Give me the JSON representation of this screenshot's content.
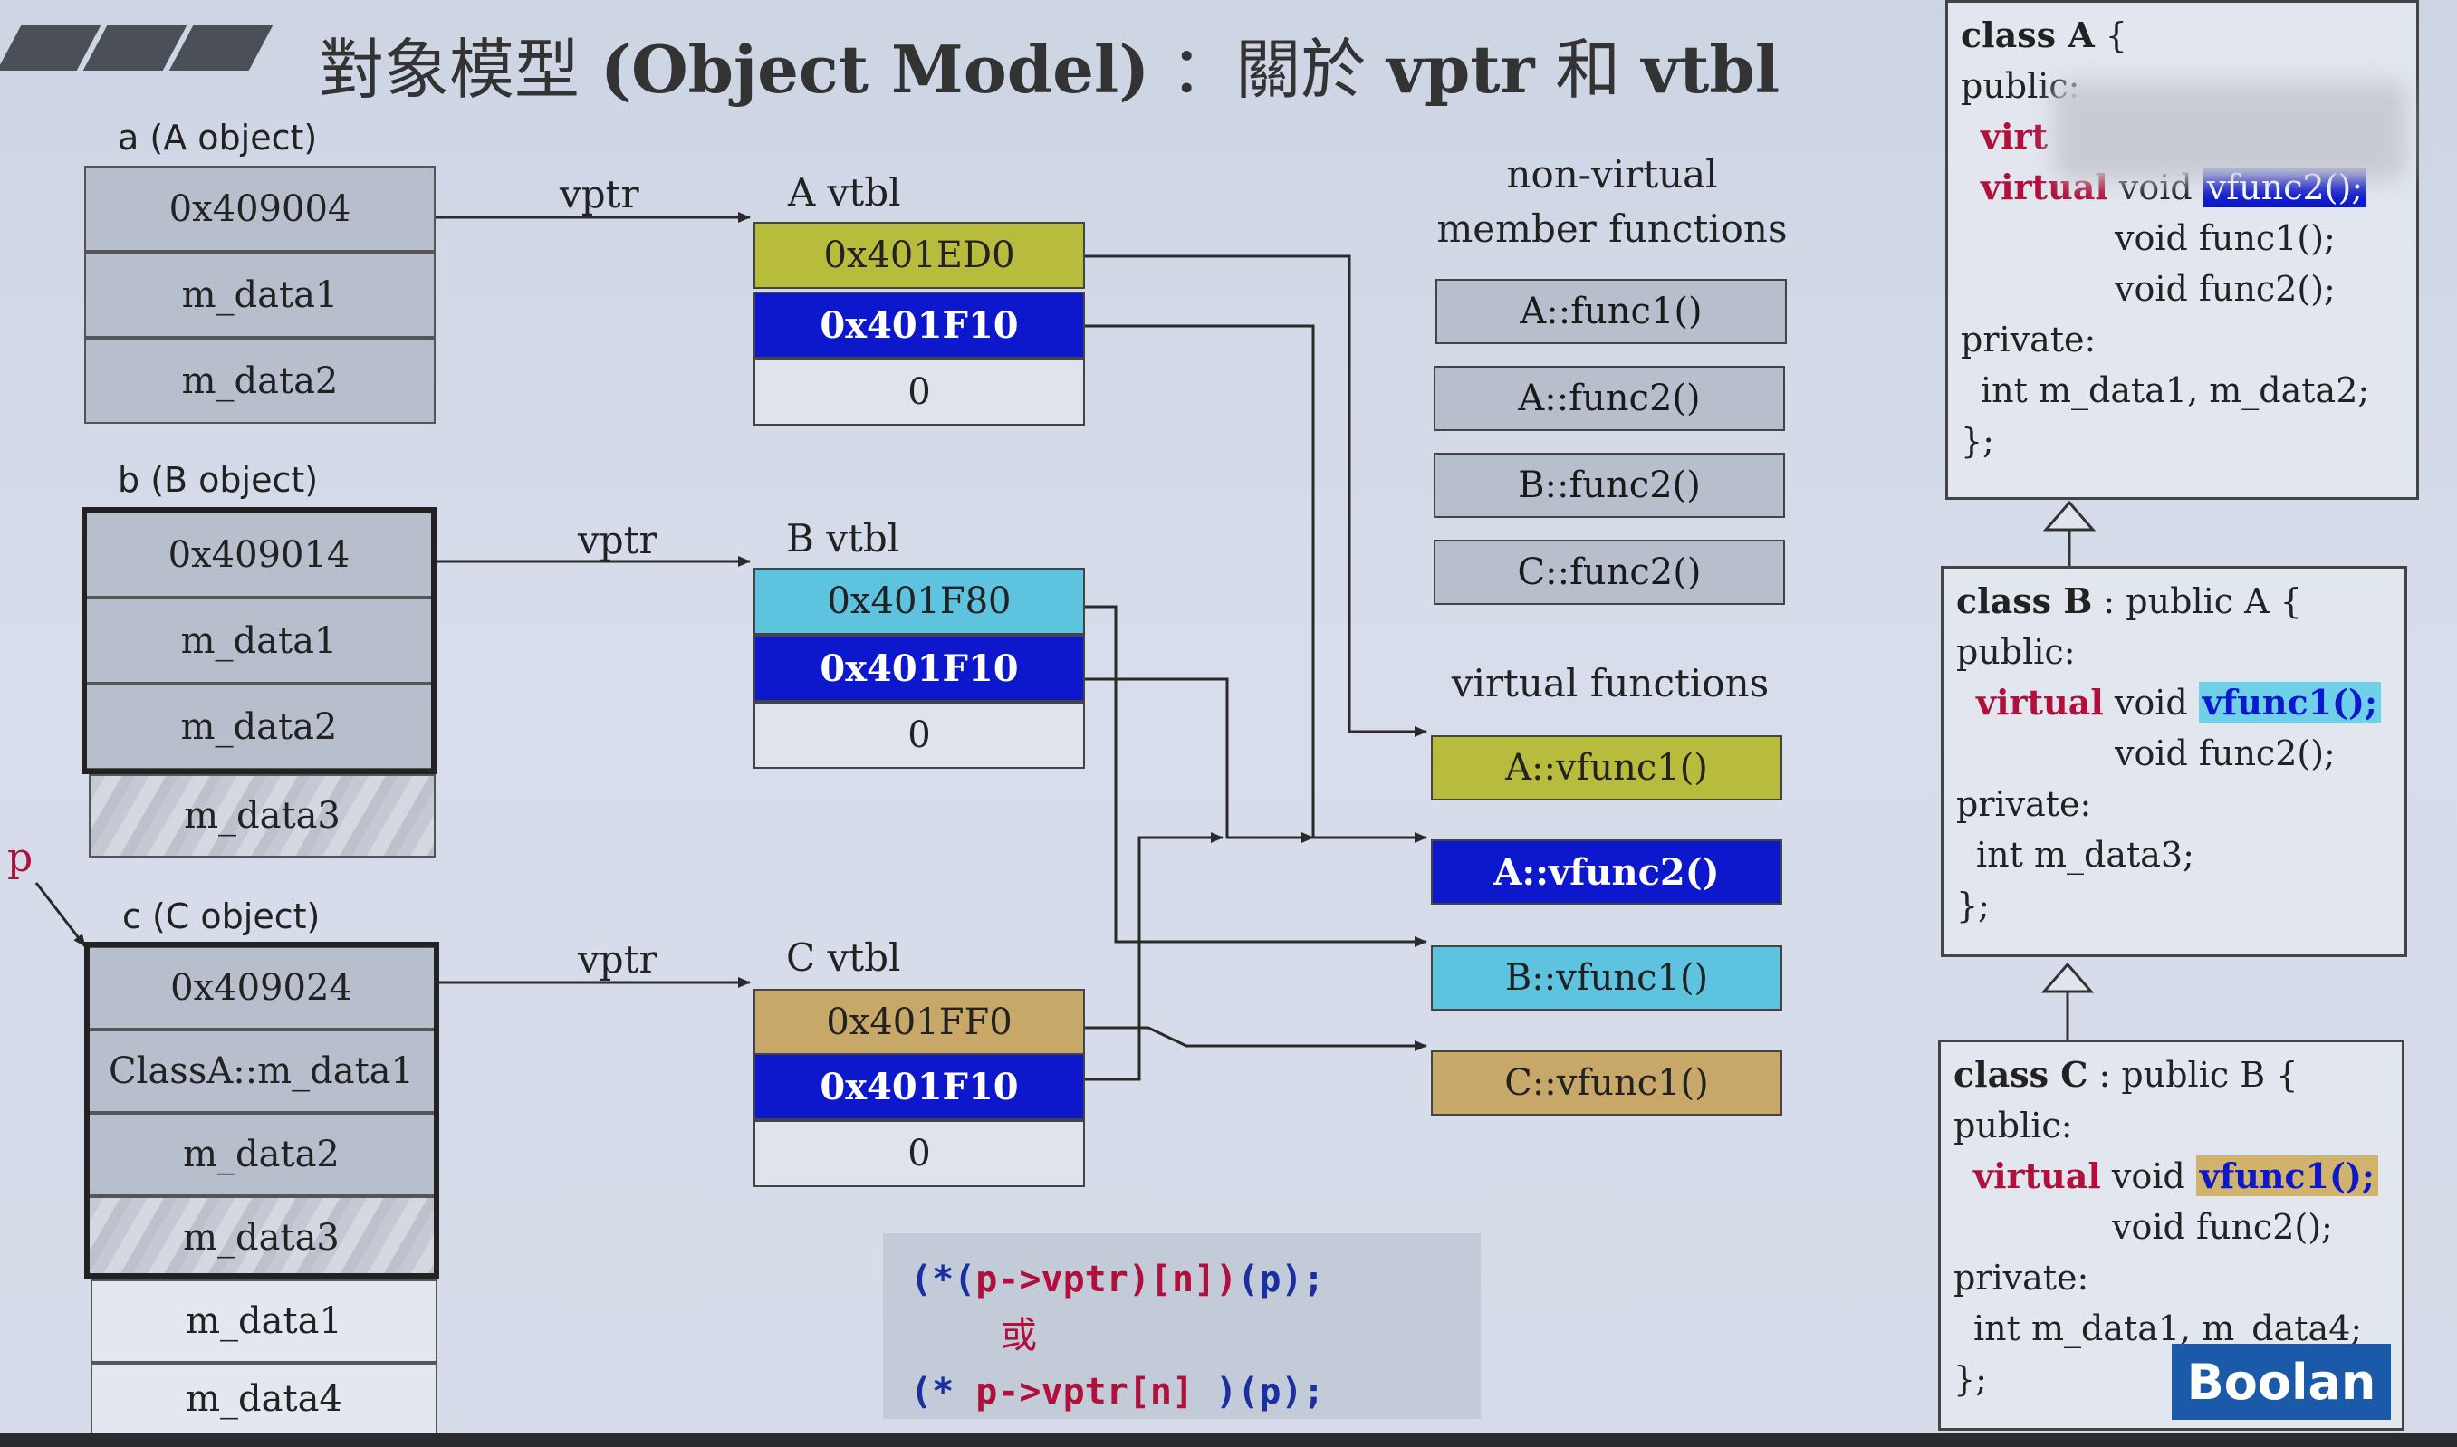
{
  "title": {
    "prefix": "對象模型 ",
    "main": "(Object Model)",
    "suffix": " ：關於 ",
    "vptr": "vptr",
    "and": " 和 ",
    "vtbl": "vtbl"
  },
  "objects": {
    "a": {
      "label": "a (A object)",
      "cells": [
        "0x409004",
        "m_data1",
        "m_data2"
      ]
    },
    "b": {
      "label": "b (B object)",
      "cells": [
        "0x409014",
        "m_data1",
        "m_data2",
        "m_data3"
      ]
    },
    "c": {
      "label": "c (C object)",
      "cells": [
        "0x409024",
        "ClassA::m_data1",
        "m_data2",
        "m_data3",
        "m_data1",
        "m_data4"
      ]
    }
  },
  "pointer_label": "p",
  "vptr_label": "vptr",
  "vtbls": {
    "a": {
      "label": "A vtbl",
      "entries": [
        "0x401ED0",
        "0x401F10",
        "0"
      ]
    },
    "b": {
      "label": "B vtbl",
      "entries": [
        "0x401F80",
        "0x401F10",
        "0"
      ]
    },
    "c": {
      "label": "C vtbl",
      "entries": [
        "0x401FF0",
        "0x401F10",
        "0"
      ]
    }
  },
  "nonvirtual": {
    "heading1": "non-virtual",
    "heading2": "member functions",
    "items": [
      "A::func1()",
      "A::func2()",
      "B::func2()",
      "C::func2()"
    ]
  },
  "virtual": {
    "heading": "virtual functions",
    "items": [
      "A::vfunc1()",
      "A::vfunc2()",
      "B::vfunc1()",
      "C::vfunc1()"
    ]
  },
  "code": {
    "line1_a": "(*(",
    "line1_b": "p->vptr",
    "line1_c": ")[n])",
    "line1_d": "(p);",
    "line2": "或",
    "line3_a": "(* ",
    "line3_b": "p->vptr[n]",
    "line3_c": " )",
    "line3_d": "(p);"
  },
  "classA": {
    "l1_kw": "class A",
    "l1_rest": " {",
    "l2": "public:",
    "l3": "virt",
    "l4_virt": "virtual",
    "l4_mid": " void ",
    "l4_hl": "vfunc2();",
    "l5": "void  func1();",
    "l6": "void  func2();",
    "l7": "private:",
    "l8": "int m_data1, m_data2;",
    "l9": "};"
  },
  "classB": {
    "l1_kw": "class B",
    "l1_rest": " : public A {",
    "l2": "public:",
    "l3_virt": "virtual",
    "l3_mid": " void ",
    "l3_hl": "vfunc1();",
    "l4": "void  func2();",
    "l5": "private:",
    "l6": "int m_data3;",
    "l7": "};"
  },
  "classC": {
    "l1_kw": "class C",
    "l1_rest": " : public B {",
    "l2": "public:",
    "l3_virt": "virtual",
    "l3_mid": " void ",
    "l3_hl": "vfunc1();",
    "l4": "void  func2();",
    "l5": "private:",
    "l6": "int m_data1, m_data4;",
    "l7": "};"
  },
  "logo": "Boolan"
}
